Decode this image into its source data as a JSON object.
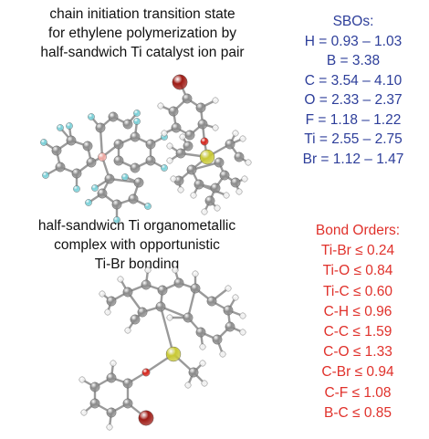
{
  "top_caption": [
    "chain initiation transition state",
    "for ethylene polymerization by",
    "half-sandwich Ti catalyst ion pair"
  ],
  "bottom_caption": [
    "half-sandwich Ti organometallic",
    "complex with opportunistic",
    "Ti-Br bonding"
  ],
  "sbo": {
    "title": "SBOs:",
    "items": [
      "H = 0.93 – 1.03",
      "B = 3.38",
      "C = 3.54 – 4.10",
      "O = 2.33 – 2.37",
      "F = 1.18 – 1.22",
      "Ti = 2.55 – 2.75",
      "Br = 1.12 – 1.47"
    ],
    "color": "#2d3e9a"
  },
  "bond_orders": {
    "title": "Bond Orders:",
    "items": [
      "Ti-Br ≤ 0.24",
      "Ti-O ≤ 0.84",
      "Ti-C ≤ 0.60",
      "C-H ≤ 0.96",
      "C-C ≤ 1.59",
      "C-O ≤ 1.33",
      "C-Br ≤ 0.94",
      "C-F ≤ 1.08",
      "B-C ≤ 0.85"
    ],
    "color": "#e0312b"
  },
  "atom_colors": {
    "carbon": "#8c8c8c",
    "hydrogen": "#f0f0f0",
    "fluorine": "#7ad1d9",
    "boron": "#f0a9a3",
    "oxygen": "#d7261d",
    "titanium": "#c9c934",
    "bromine": "#9e1a14"
  }
}
